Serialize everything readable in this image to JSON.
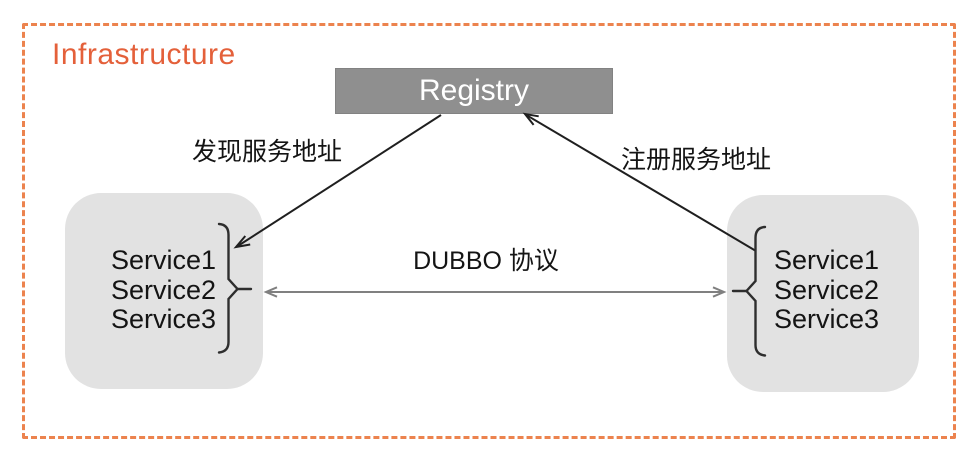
{
  "canvas": {
    "background": "#FFFFFF"
  },
  "frame": {
    "label": "Infrastructure",
    "label_color": "#E4603A",
    "border_color": "#EC834E",
    "border_style": "dashed"
  },
  "registry": {
    "label": "Registry",
    "fill": "#8F8F8F",
    "text_color": "#FFFFFF"
  },
  "left_box": {
    "services": [
      "Service1",
      "Service2",
      "Service3"
    ],
    "fill": "#E2E2E2"
  },
  "right_box": {
    "services": [
      "Service1",
      "Service2",
      "Service3"
    ],
    "fill": "#E2E2E2"
  },
  "edges": {
    "discover": {
      "label": "发现服务地址",
      "from": "Registry",
      "to": "left_box",
      "color": "#1F1F1F"
    },
    "register": {
      "label": "注册服务地址",
      "from": "right_box",
      "to": "Registry",
      "color": "#1F1F1F"
    },
    "dubbo": {
      "label": "DUBBO 协议",
      "between": [
        "left_box",
        "right_box"
      ],
      "bidirectional": true,
      "color": "#808080"
    }
  }
}
